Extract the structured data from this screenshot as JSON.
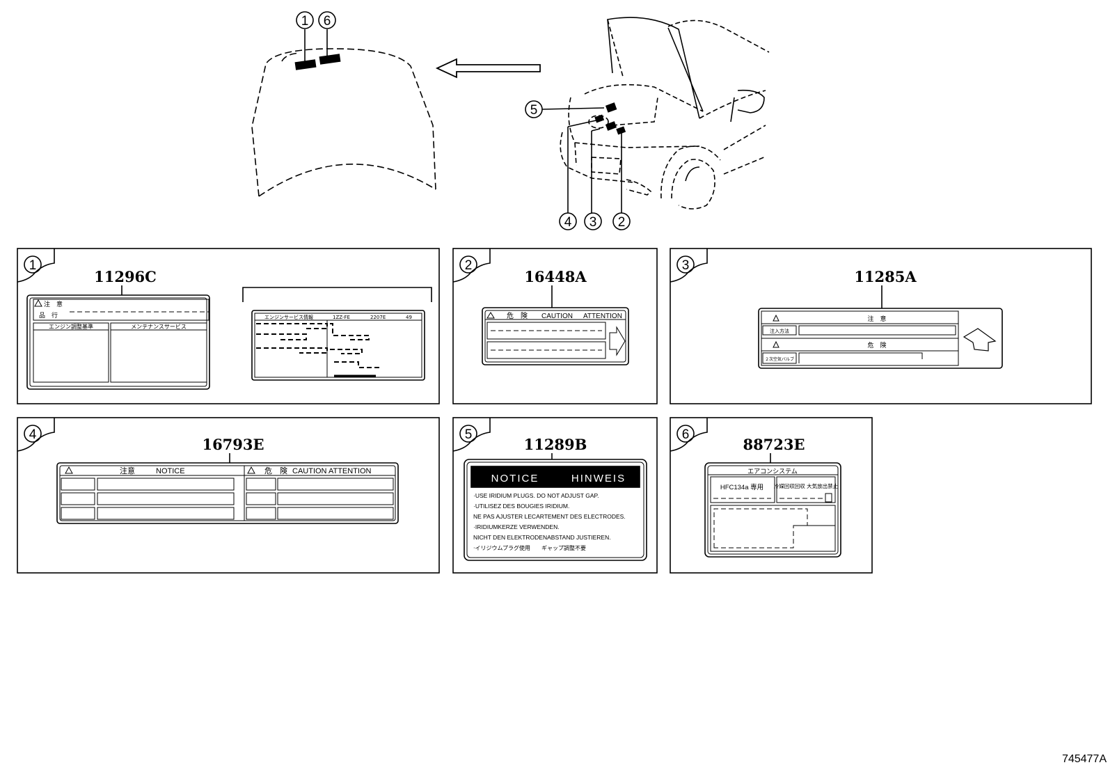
{
  "overview": {
    "callouts": [
      "1",
      "6",
      "5",
      "4",
      "3",
      "2"
    ]
  },
  "panels": [
    {
      "number": "1",
      "part_number": "11296C",
      "label_a": {
        "title_row1": "注　意",
        "title_row2": "品　行",
        "col_left": "エンジン調整基準",
        "col_right": "メンテナンスサービス"
      },
      "label_b": {
        "header": [
          "エンジンサービス情報",
          "1ZZ-FE",
          "2207E",
          "49"
        ]
      }
    },
    {
      "number": "2",
      "part_number": "16448A",
      "header": [
        "危　険",
        "CAUTION",
        "ATTENTION"
      ]
    },
    {
      "number": "3",
      "part_number": "11285A",
      "title_top": "注　意",
      "row_top": "注入方法",
      "title_bottom": "危　険",
      "row_bottom": "２次空気バルブ"
    },
    {
      "number": "4",
      "part_number": "16793E",
      "header_left": [
        "注意",
        "NOTICE"
      ],
      "header_right": [
        "危　険",
        "CAUTION ATTENTION"
      ]
    },
    {
      "number": "5",
      "part_number": "11289B",
      "header": [
        "NOTICE",
        "HINWEIS"
      ],
      "lines": [
        "·USE IRIDIUM PLUGS.  DO NOT ADJUST GAP.",
        "·UTILISEZ DES BOUGIES IRIDIUM.",
        " NE PAS AJUSTER LECARTEMENT DES ELECTRODES.",
        "·IRIDIUMKERZE VERWENDEN.",
        " NICHT DEN ELEKTRODENABSTAND JUSTIEREN.",
        "·イリジウムプラグ使用　　ギャップ調整不要"
      ]
    },
    {
      "number": "6",
      "part_number": "88723E",
      "title": "エアコンシステム",
      "cell_left": "HFC134a 専用",
      "cell_right": "冷媒回収回収 大気放出禁止"
    }
  ],
  "diagram_id": "745477A"
}
